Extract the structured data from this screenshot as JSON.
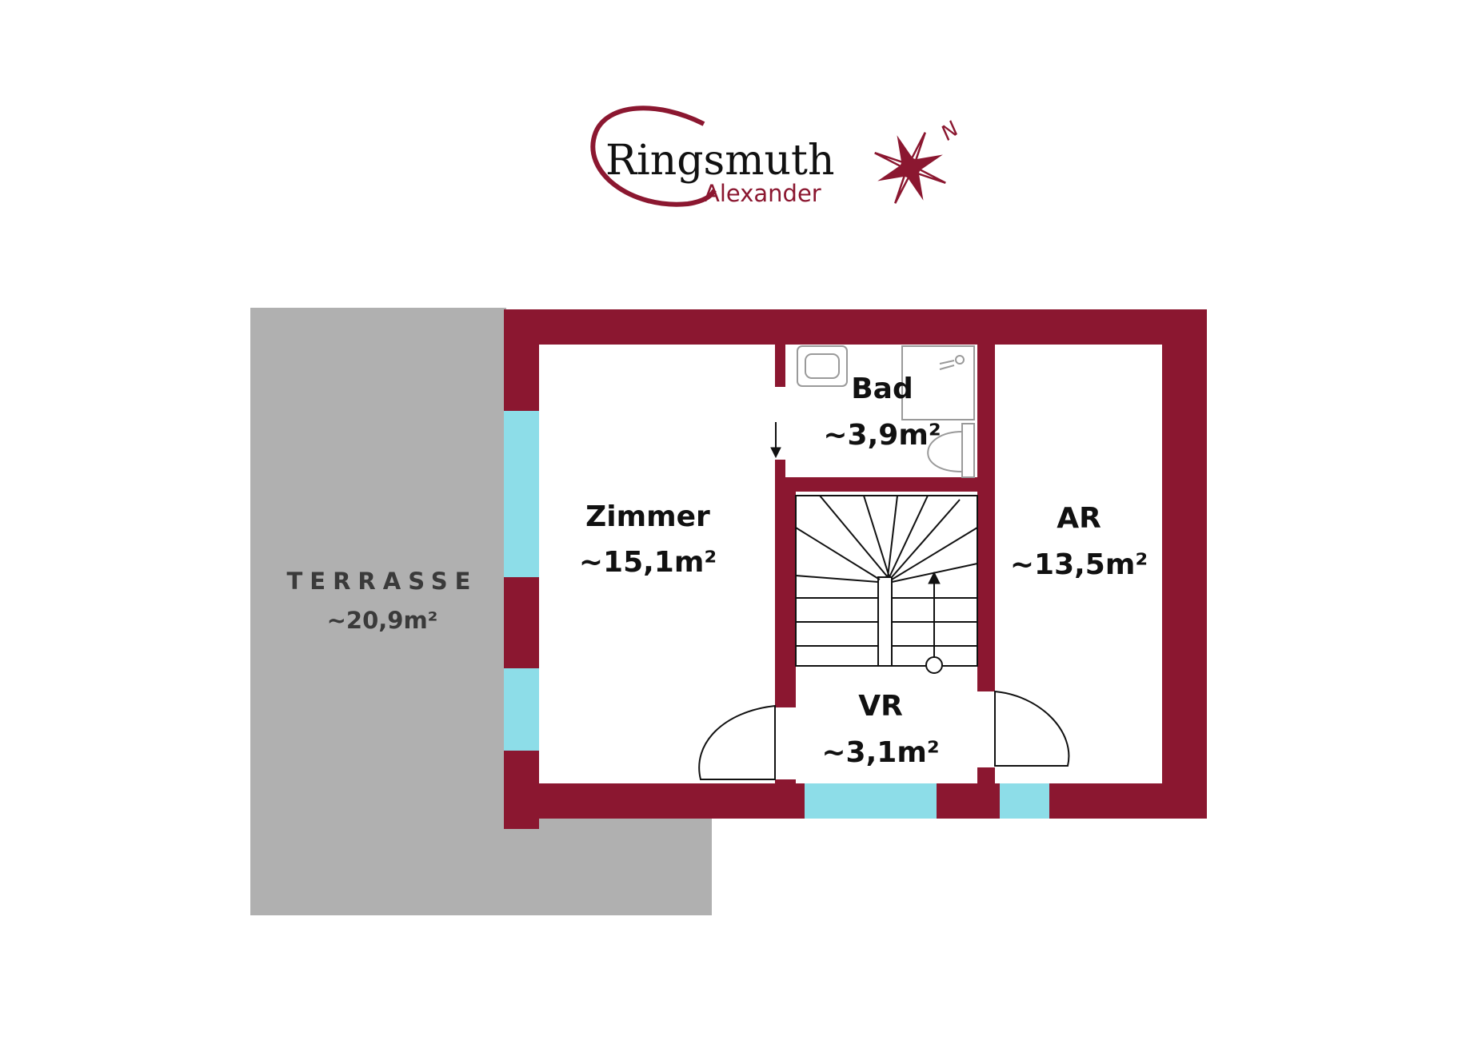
{
  "logo": {
    "name": "Ringsmuth",
    "subname": "Alexander",
    "compass_letter": "N",
    "brand_color": "#8b1730"
  },
  "rooms": {
    "terrasse": {
      "name": "TERRASSE",
      "area": "~20,9m²"
    },
    "zimmer": {
      "name": "Zimmer",
      "area": "~15,1m²"
    },
    "bad": {
      "name": "Bad",
      "area": "~3,9m²"
    },
    "ar": {
      "name": "AR",
      "area": "~13,5m²"
    },
    "vr": {
      "name": "VR",
      "area": "~3,1m²"
    }
  },
  "colors": {
    "wall": "#8b1730",
    "window": "#8ddde8",
    "terrace": "#b0b0b0",
    "fixture": "#9a9a9a"
  }
}
